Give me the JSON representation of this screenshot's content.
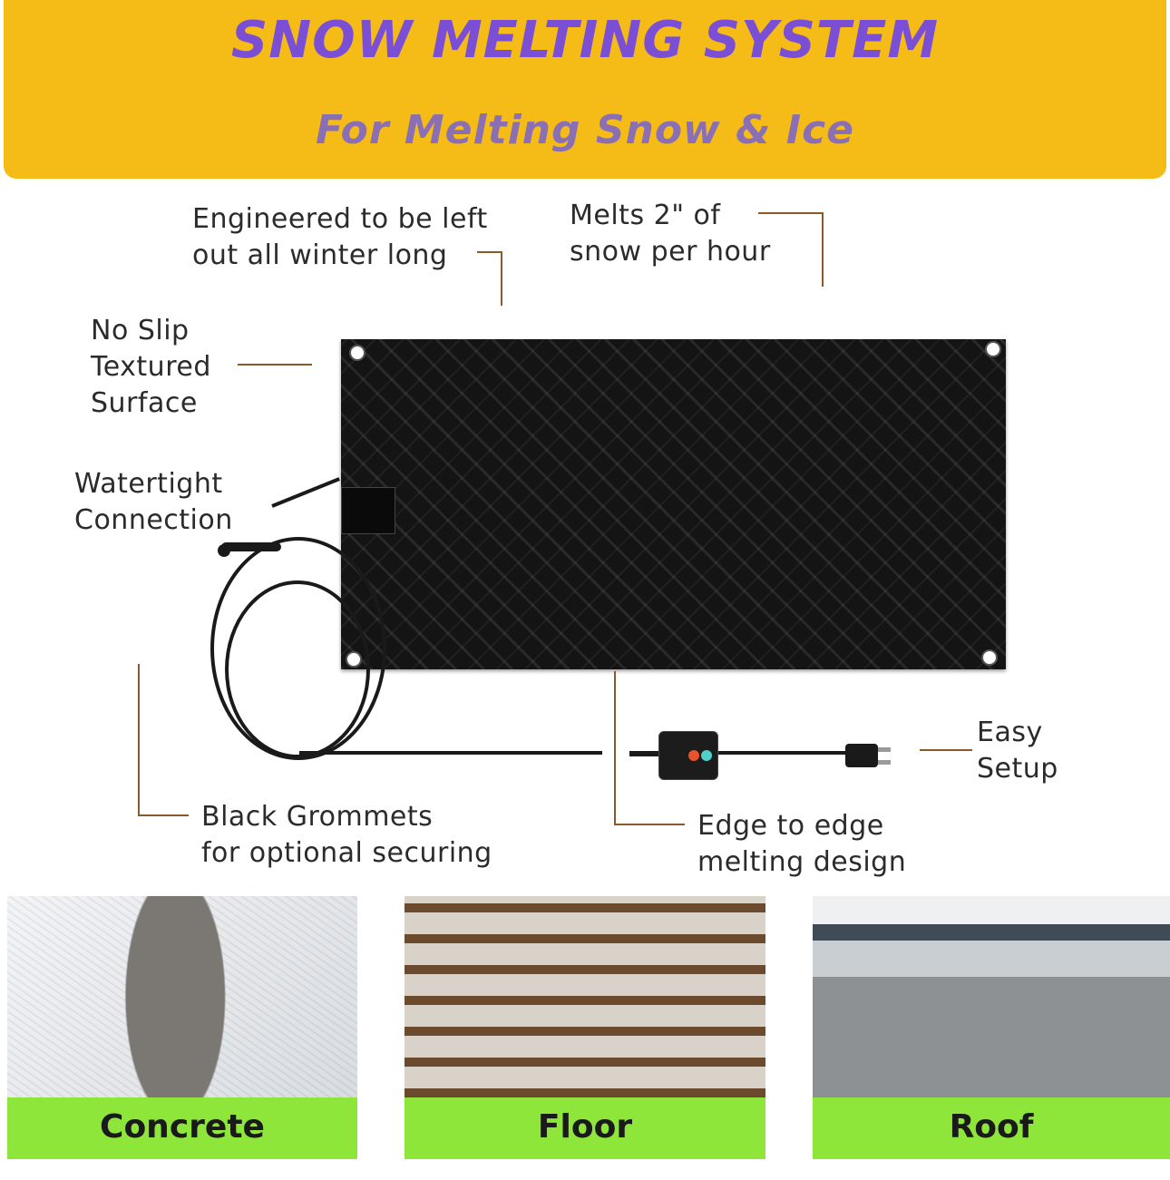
{
  "header": {
    "title": "SNOW MELTING SYSTEM",
    "subtitle": "For Melting  Snow & Ice"
  },
  "callouts": {
    "engineered": [
      "Engineered to be left",
      "out all winter long"
    ],
    "melts": [
      "Melts 2\" of",
      "snow per hour"
    ],
    "no_slip": [
      "No Slip",
      "Textured",
      "Surface"
    ],
    "watertight": [
      "Watertight",
      "Connection"
    ],
    "easy_setup": [
      "Easy",
      "Setup"
    ],
    "grommets": [
      "Black Grommets",
      "for optional securing"
    ],
    "edge": [
      "Edge to edge",
      "melting design"
    ]
  },
  "applications": [
    {
      "label": "Concrete"
    },
    {
      "label": "Floor"
    },
    {
      "label": "Roof"
    }
  ],
  "colors": {
    "banner": "#f5bb17",
    "title": "#7a4fd6",
    "subtitle": "#8a6fb5",
    "caption_bar": "#8ee63b",
    "leader_line": "#8b5a2b"
  }
}
